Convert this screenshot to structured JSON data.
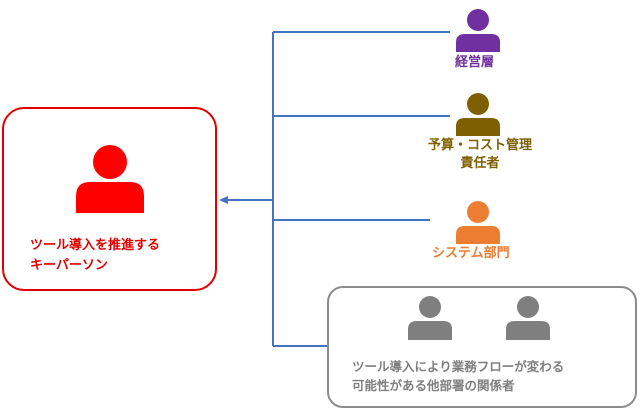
{
  "key_person": {
    "label_line1": "ツール導入を推進する",
    "label_line2": "キーパーソン",
    "color": "#e00000"
  },
  "stakeholders": [
    {
      "id": "management",
      "label_line1": "経営層",
      "color": "#7030a0"
    },
    {
      "id": "budget",
      "label_line1": "予算・コスト管理",
      "label_line2": "責任者",
      "color": "#7f6000"
    },
    {
      "id": "system",
      "label_line1": "システム部門",
      "color": "#ed7d31"
    },
    {
      "id": "related",
      "label_line1": "ツール導入により業務フローが変わる",
      "label_line2": "可能性がある他部署の関係者",
      "color": "#7f7f7f"
    }
  ],
  "connector_color": "#4472c4"
}
